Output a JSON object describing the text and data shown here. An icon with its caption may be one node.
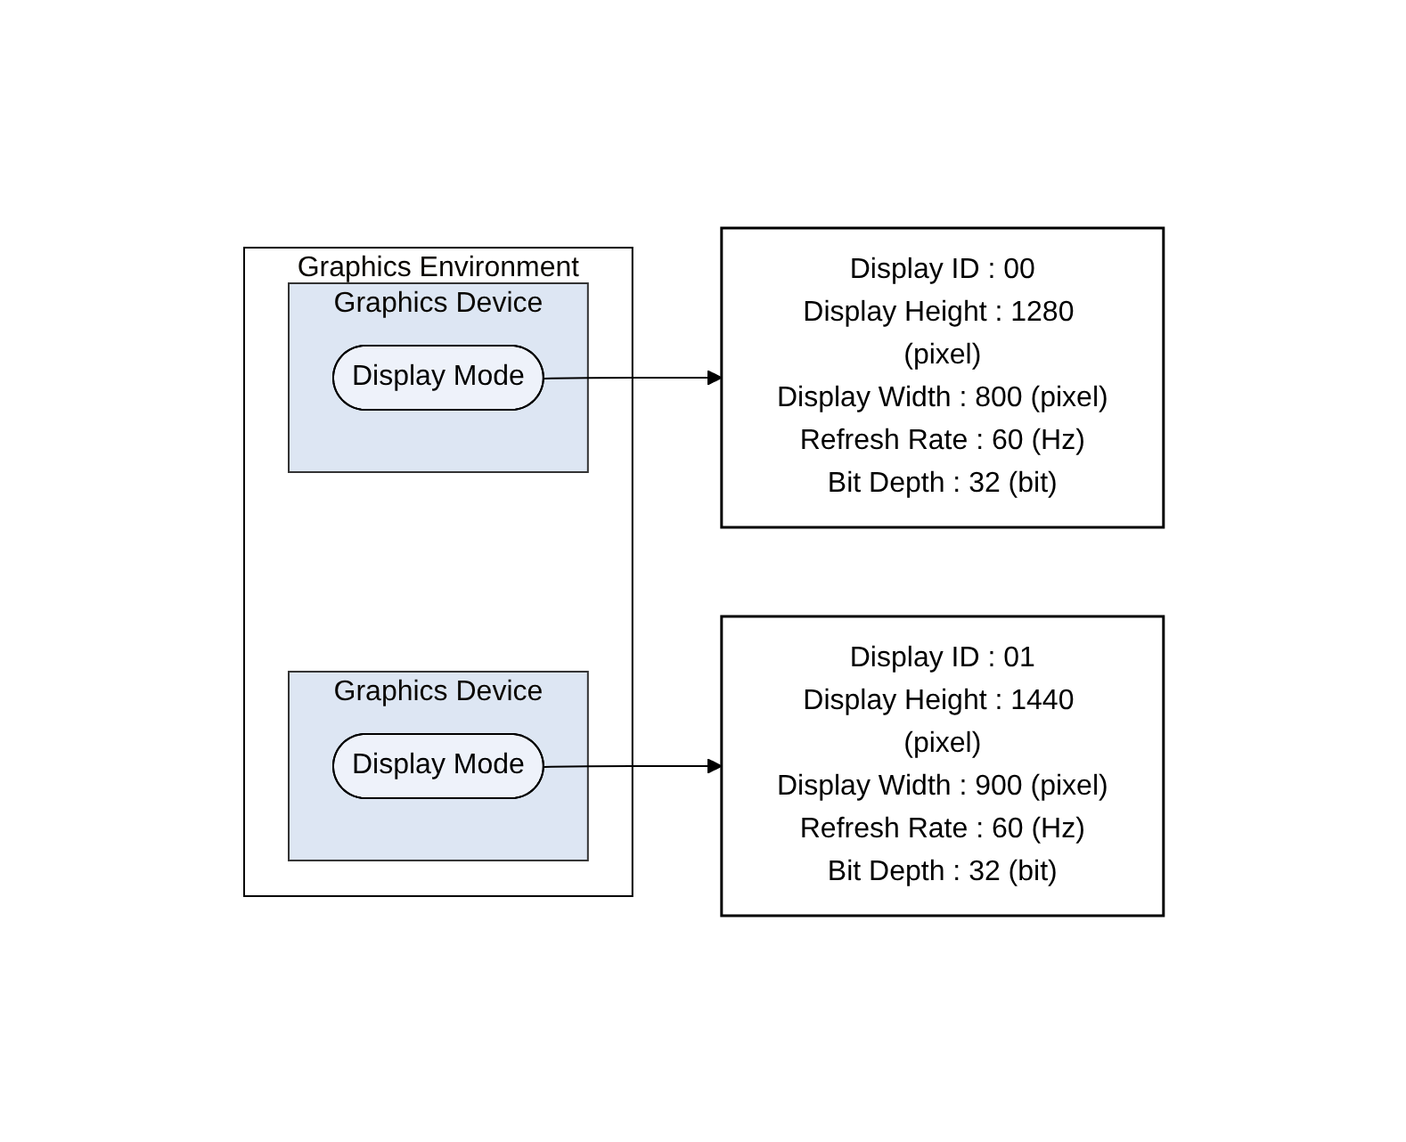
{
  "diagram": {
    "nodes": [
      {
        "text": [
          "Graphics Environment"
        ]
      },
      {
        "text": [
          "Graphics Device"
        ],
        "in": 0
      },
      {
        "text": [
          "Display Mode"
        ],
        "in": 1
      },
      {
        "text": [
          "Display ID : 00",
          "Display Height : 1280 (pixel)",
          "Display Width : 800 (pixel)",
          "Refresh Rate : 60 (Hz)",
          "Bit Depth : 32 (bit)"
        ]
      },
      {
        "text": [
          "Graphics Device"
        ],
        "in": 0
      },
      {
        "text": [
          "Display Mode"
        ],
        "in": 4
      },
      {
        "text": [
          "Display ID : 01",
          "Display Height : 1440 (pixel)",
          "Display Width : 900 (pixel)",
          "Refresh Rate : 60 (Hz)",
          "Bit Depth : 32 (bit)"
        ]
      }
    ],
    "edges": [
      {
        "from": 2,
        "to": 3,
        "arrow": "to"
      },
      {
        "from": 5,
        "to": 6,
        "arrow": "to"
      }
    ]
  }
}
